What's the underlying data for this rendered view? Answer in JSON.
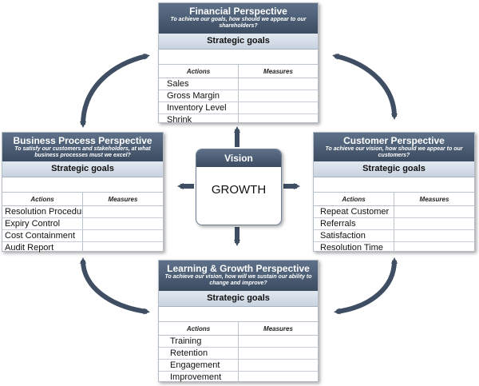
{
  "colors": {
    "header_dark": "#3c4c61",
    "header_light": "#5e7189",
    "goals_bar": "#d4dde8",
    "arrow": "#3f4e63"
  },
  "vision": {
    "title": "Vision",
    "text": "GROWTH"
  },
  "financial": {
    "title": "Financial Perspective",
    "subtitle": "To achieve our goals, how should we appear to our shareholders?",
    "goals_label": "Strategic goals",
    "col_actions": "Actions",
    "col_measures": "Measures",
    "actions": [
      "Sales",
      "Gross Margin",
      "Inventory Level",
      "Shrink"
    ]
  },
  "business": {
    "title": "Business Process Perspective",
    "subtitle": "To satisfy our customers and stakeholders, at what business processes must we excel?",
    "goals_label": "Strategic goals",
    "col_actions": "Actions",
    "col_measures": "Measures",
    "actions": [
      "Resolution Procedure",
      "Expiry Control",
      "Cost Containment",
      "Audit Report"
    ]
  },
  "customer": {
    "title": "Customer Perspective",
    "subtitle": "To achieve our vision, how should we appear to our customers?",
    "goals_label": "Strategic goals",
    "col_actions": "Actions",
    "col_measures": "Measures",
    "actions": [
      "Repeat Customer",
      "Referrals",
      "Satisfaction",
      "Resolution Time"
    ]
  },
  "learning": {
    "title": "Learning & Growth Perspective",
    "subtitle": "To achieve our vision, how will we sustain our ability to change and improve?",
    "goals_label": "Strategic goals",
    "col_actions": "Actions",
    "col_measures": "Measures",
    "actions": [
      "Training",
      "Retention",
      "Engagement",
      "Improvement"
    ]
  }
}
